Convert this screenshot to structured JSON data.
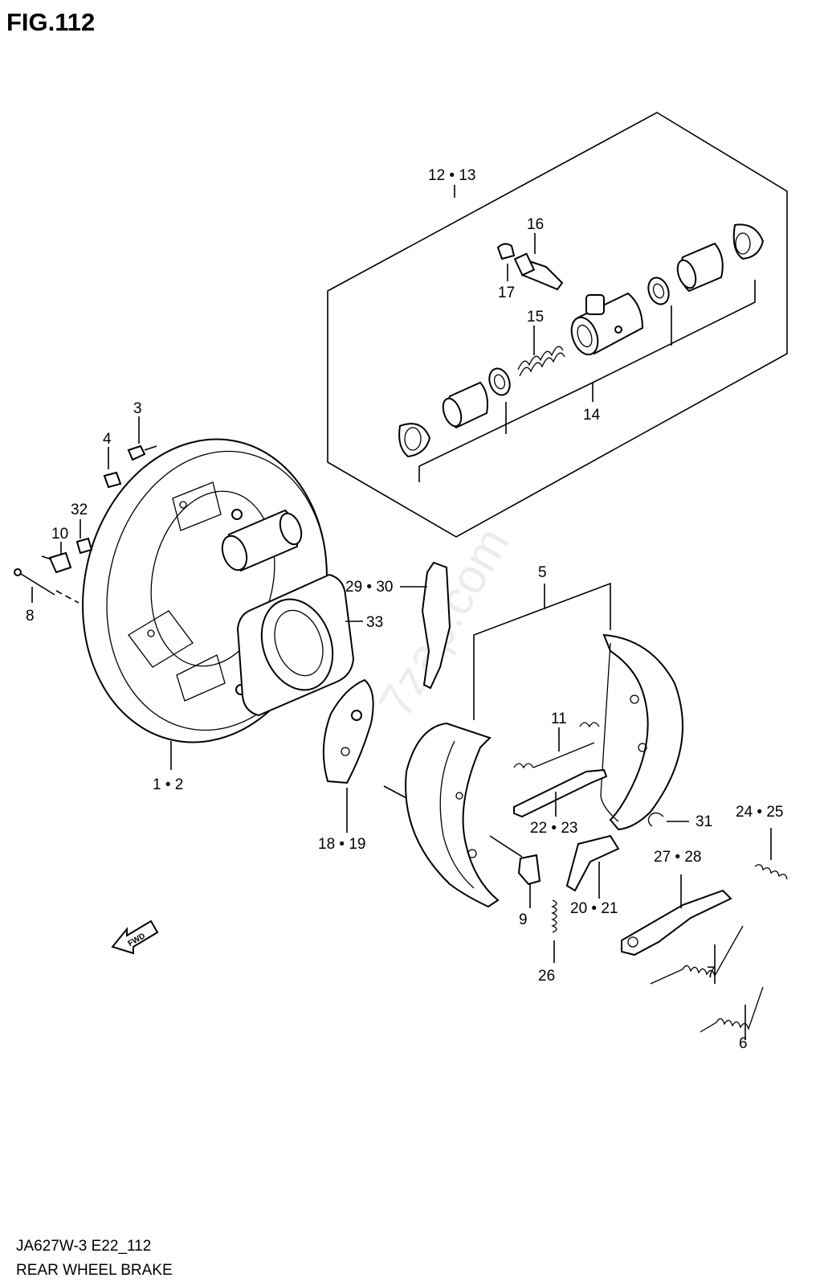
{
  "figure": {
    "title": "FIG.112",
    "footer_code": "JA627W-3 E22_112",
    "footer_title": "REAR WHEEL BRAKE",
    "fwd_label": "FWD",
    "watermark": "7zap.com"
  },
  "callouts": [
    {
      "id": "c-12-13",
      "text": "12 • 13"
    },
    {
      "id": "c-16",
      "text": "16"
    },
    {
      "id": "c-17",
      "text": "17"
    },
    {
      "id": "c-15",
      "text": "15"
    },
    {
      "id": "c-14",
      "text": "14"
    },
    {
      "id": "c-3",
      "text": "3"
    },
    {
      "id": "c-4",
      "text": "4"
    },
    {
      "id": "c-32",
      "text": "32"
    },
    {
      "id": "c-10",
      "text": "10"
    },
    {
      "id": "c-8",
      "text": "8"
    },
    {
      "id": "c-1-2",
      "text": "1 • 2"
    },
    {
      "id": "c-29-30",
      "text": "29 • 30"
    },
    {
      "id": "c-33",
      "text": "33"
    },
    {
      "id": "c-5",
      "text": "5"
    },
    {
      "id": "c-11",
      "text": "11"
    },
    {
      "id": "c-18-19",
      "text": "18 • 19"
    },
    {
      "id": "c-22-23",
      "text": "22 • 23"
    },
    {
      "id": "c-31",
      "text": "31"
    },
    {
      "id": "c-24-25",
      "text": "24 • 25"
    },
    {
      "id": "c-27-28",
      "text": "27 • 28"
    },
    {
      "id": "c-9",
      "text": "9"
    },
    {
      "id": "c-20-21",
      "text": "20 • 21"
    },
    {
      "id": "c-26",
      "text": "26"
    },
    {
      "id": "c-7",
      "text": "7"
    },
    {
      "id": "c-6",
      "text": "6"
    }
  ]
}
